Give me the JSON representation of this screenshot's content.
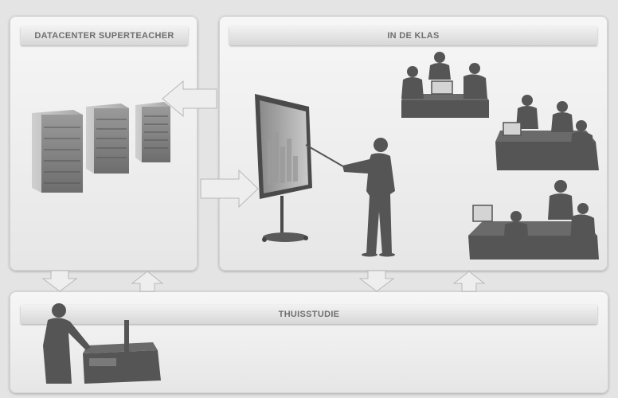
{
  "panels": {
    "datacenter": {
      "label": "DATACENTER SUPERTEACHER"
    },
    "classroom": {
      "label": "IN DE KLAS"
    },
    "home": {
      "label": "THUISSTUDIE"
    }
  },
  "colors": {
    "silhouette": "#555555",
    "panel_label_text": "#6f6f6f",
    "arrow_fill": "#eeeeee",
    "arrow_stroke": "#b8b8b8"
  },
  "icons": [
    "server-rack-icon",
    "whiteboard-icon",
    "presenter-icon",
    "meeting-group-icon",
    "laptop-icon",
    "student-at-computer-icon"
  ]
}
